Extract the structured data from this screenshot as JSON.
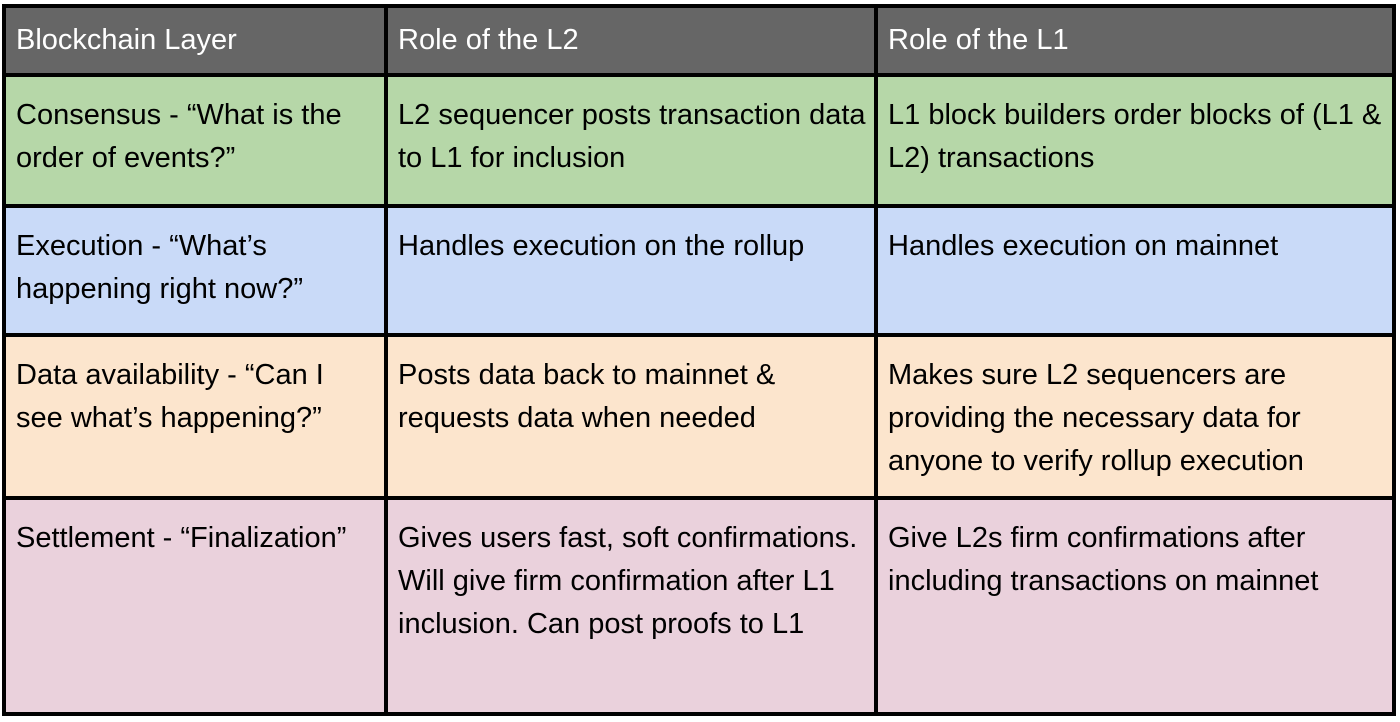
{
  "table": {
    "header_bg": "#666666",
    "header_text_color": "#ffffff",
    "border_color": "#000000",
    "columns": [
      {
        "label": "Blockchain Layer"
      },
      {
        "label": "Role of the L2"
      },
      {
        "label": "Role of the L1"
      }
    ],
    "rows": [
      {
        "color": "#b6d7a8",
        "cells": [
          "Consensus - “What is the order of events?”",
          "L2 sequencer posts transaction data to L1 for inclusion",
          "L1 block builders order blocks of (L1 & L2) transactions"
        ]
      },
      {
        "color": "#c9daf8",
        "cells": [
          "Execution - “What’s happening right now?”",
          "Handles execution on the rollup",
          "Handles execution on mainnet"
        ]
      },
      {
        "color": "#fce5cd",
        "cells": [
          "Data availability - “Can I see what’s happening?”",
          "Posts data back to mainnet & requests data when needed",
          "Makes sure L2 sequencers are providing the necessary data for anyone to verify rollup execution"
        ]
      },
      {
        "color": "#ead1dc",
        "cells": [
          "Settlement - “Finalization”",
          "Gives users fast, soft confirmations. Will give firm confirmation after L1 inclusion. Can post proofs to L1",
          "Give L2s firm confirmations after including transactions on mainnet"
        ]
      }
    ]
  }
}
